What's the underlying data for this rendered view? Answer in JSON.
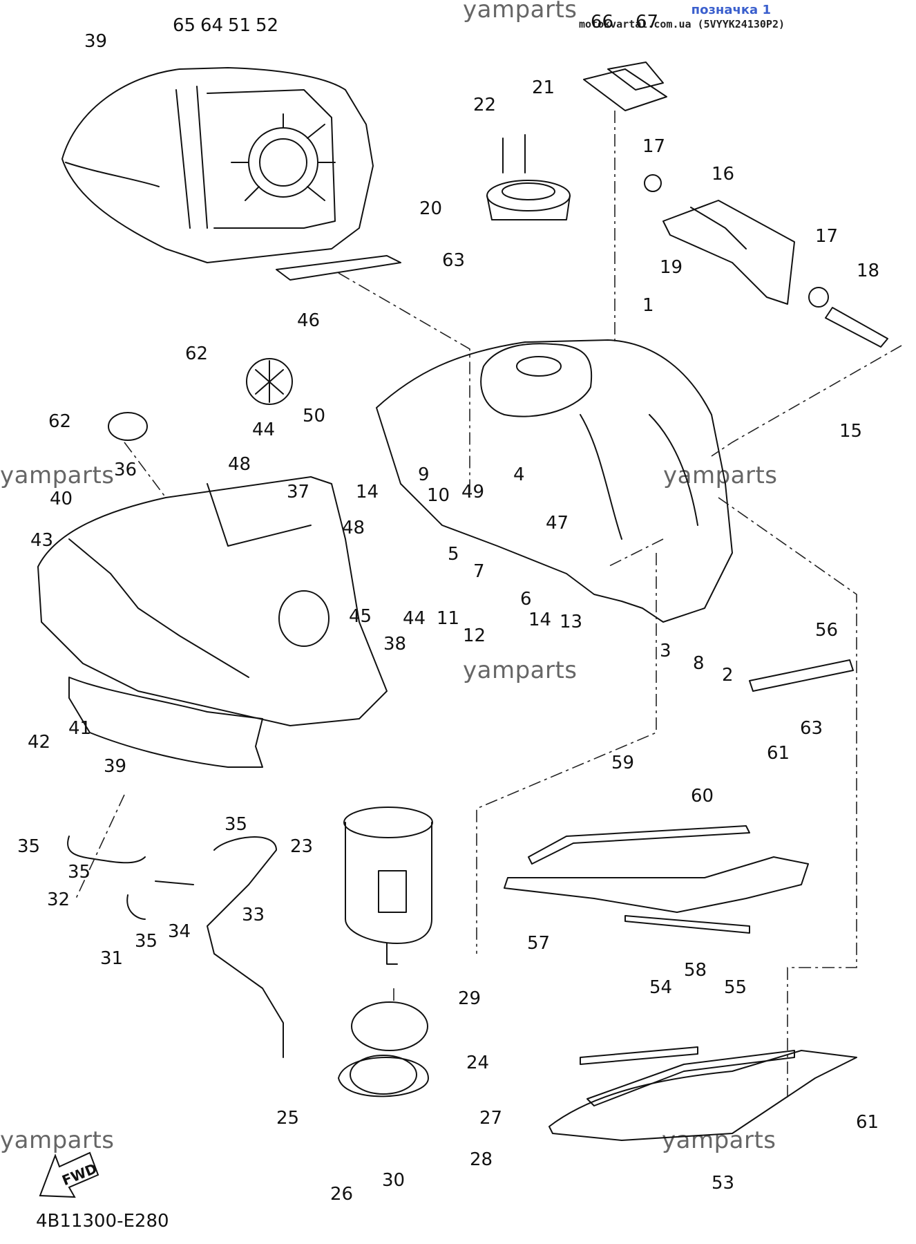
{
  "header": {
    "note_label": "позначка 1",
    "source_line": "motokvartal.com.ua (5VYYK24130P2)"
  },
  "watermarks": [
    "yamparts",
    "yamparts",
    "yamparts",
    "yamparts",
    "yamparts",
    "yamparts"
  ],
  "diagram_code": "4B11300-E280",
  "fwd_label": "FWD",
  "callouts": [
    "39",
    "65",
    "64",
    "51",
    "52",
    "66",
    "67",
    "22",
    "21",
    "20",
    "63",
    "17",
    "16",
    "17",
    "19",
    "18",
    "1",
    "46",
    "62",
    "62",
    "50",
    "15",
    "36",
    "44",
    "48",
    "37",
    "9",
    "4",
    "14",
    "10",
    "49",
    "47",
    "40",
    "43",
    "48",
    "5",
    "7",
    "45",
    "44",
    "11",
    "12",
    "6",
    "14",
    "13",
    "38",
    "3",
    "8",
    "2",
    "56",
    "63",
    "42",
    "41",
    "39",
    "59",
    "61",
    "60",
    "57",
    "58",
    "35",
    "32",
    "35",
    "35",
    "31",
    "34",
    "35",
    "33",
    "23",
    "29",
    "24",
    "25",
    "27",
    "26",
    "30",
    "28",
    "54",
    "55",
    "61",
    "53"
  ]
}
